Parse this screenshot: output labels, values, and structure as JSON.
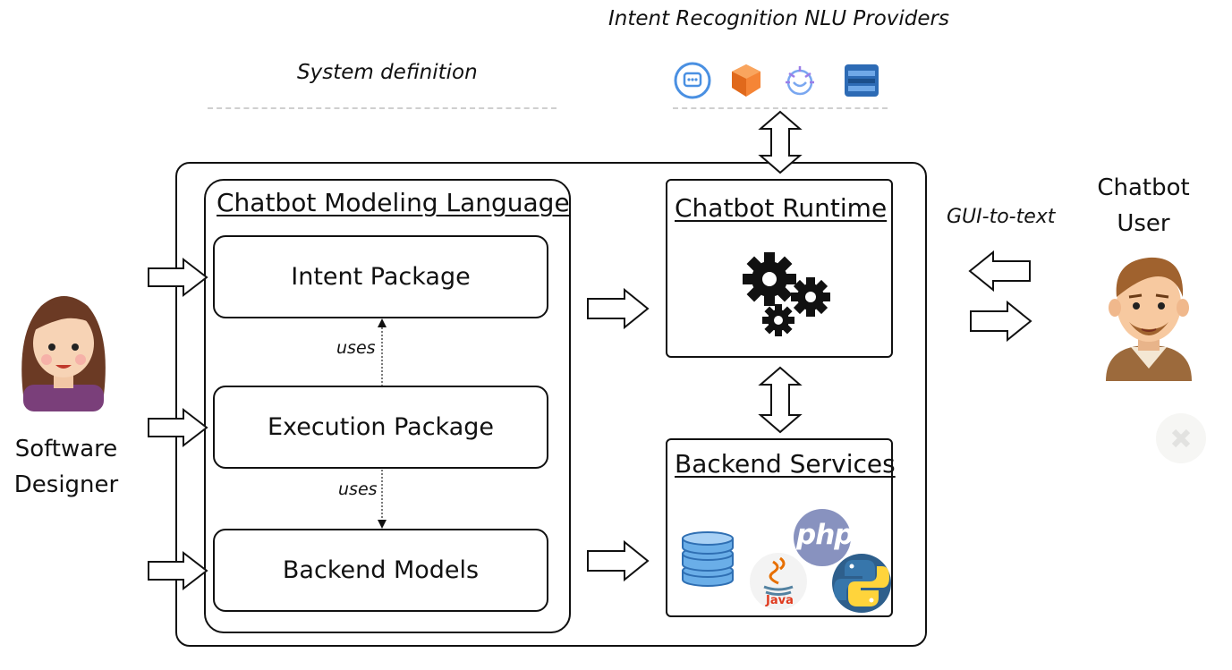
{
  "nlu": {
    "title": "Intent Recognition NLU Providers",
    "icons": [
      "dialogflow-icon",
      "amazon-lex-icon",
      "ibm-watson-icon",
      "azure-luis-icon"
    ]
  },
  "system_definition": "System definition",
  "language": {
    "title": "Chatbot Modeling Language",
    "packages": {
      "intent": "Intent Package",
      "execution": "Execution Package",
      "backend": "Backend Models"
    },
    "uses_1": "uses",
    "uses_2": "uses"
  },
  "runtime": {
    "title": "Chatbot Runtime",
    "icon": "gears-icon"
  },
  "backend_services": {
    "title": "Backend Services",
    "icons": [
      "database-icon",
      "php-icon",
      "java-icon",
      "python-icon"
    ],
    "php_label": "php",
    "java_label": "Java"
  },
  "gui_to_text": "GUI-to-text",
  "designer": {
    "line1": "Software",
    "line2": "Designer"
  },
  "user": {
    "line1": "Chatbot",
    "line2": "User"
  },
  "colors": {
    "border": "#111111",
    "dashed": "#cfcfcf",
    "php": "#8892bf",
    "python_blue": "#3776ab",
    "python_yellow": "#ffd43b",
    "java_red": "#e76f00",
    "db_blue": "#4a90d9"
  }
}
